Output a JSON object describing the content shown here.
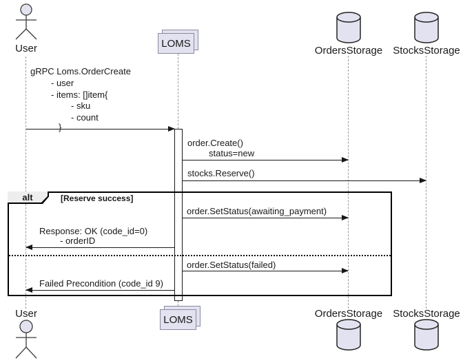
{
  "diagram_type": "uml-sequence-diagram",
  "participants": [
    {
      "label": "User",
      "kind": "actor"
    },
    {
      "label": "LOMS",
      "kind": "collections"
    },
    {
      "label": "OrdersStorage",
      "kind": "database"
    },
    {
      "label": "StocksStorage",
      "kind": "database"
    }
  ],
  "fragment": {
    "operator": "alt",
    "guard": "[Reserve success]"
  },
  "messages": {
    "order_create_request": {
      "from": "User",
      "to": "LOMS",
      "lines": [
        "gRPC Loms.OrderCreate",
        "- user",
        "- items: []item{",
        "- sku",
        "- count",
        "}"
      ]
    },
    "order_create": {
      "from": "LOMS",
      "to": "OrdersStorage",
      "lines": [
        "order.Create()",
        "status=new"
      ]
    },
    "stocks_reserve": {
      "from": "LOMS",
      "to": "StocksStorage",
      "label": "stocks.Reserve()"
    },
    "set_status_awaiting": {
      "from": "LOMS",
      "to": "OrdersStorage",
      "label": "order.SetStatus(awaiting_payment)"
    },
    "response_ok": {
      "from": "LOMS",
      "to": "User",
      "lines": [
        "Response: OK (code_id=0)",
        "- orderID"
      ]
    },
    "set_status_failed": {
      "from": "LOMS",
      "to": "OrdersStorage",
      "label": "order.SetStatus(failed)"
    },
    "failed_precondition": {
      "from": "LOMS",
      "to": "User",
      "label": "Failed Precondition (code_id 9)"
    }
  },
  "colors": {
    "participant_fill": "#E2E2F0",
    "participant_border": "#8a8aa0",
    "lifeline": "#999999",
    "line": "#181818",
    "fragment_label_fill": "#EEEEEE",
    "background": "#FFFFFF"
  }
}
